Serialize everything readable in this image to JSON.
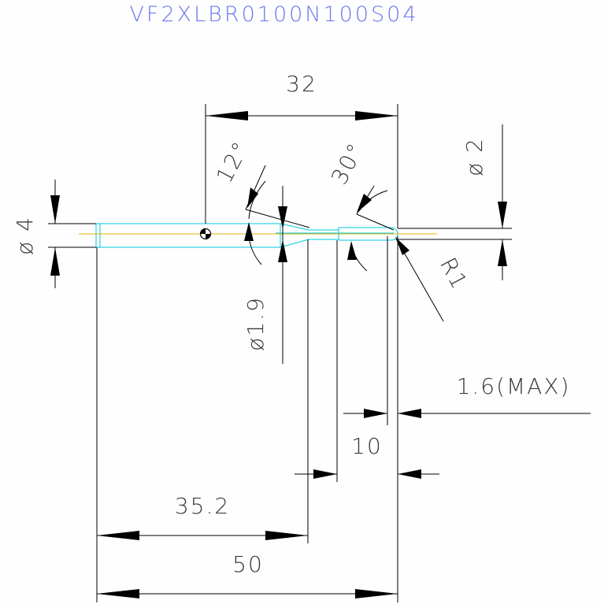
{
  "drawing": {
    "part_number": "VF2XLBR0100N100S04",
    "dimensions": {
      "cut_length": "32",
      "diameter_shank": "ø 4",
      "diameter_tip": "ø 2",
      "diameter_neck": "ø1.9",
      "angle_taper": "12°",
      "angle_tip": "30°",
      "radius_tip": "R1",
      "tip_offset": "1.6(MAX)",
      "neck_length": "10",
      "taper_start": "35.2",
      "overall_length": "50"
    },
    "colors": {
      "title": "#6a78ee",
      "outline": "#00c8e0",
      "centerline": "#e0b400",
      "dimension": "#000000"
    }
  }
}
